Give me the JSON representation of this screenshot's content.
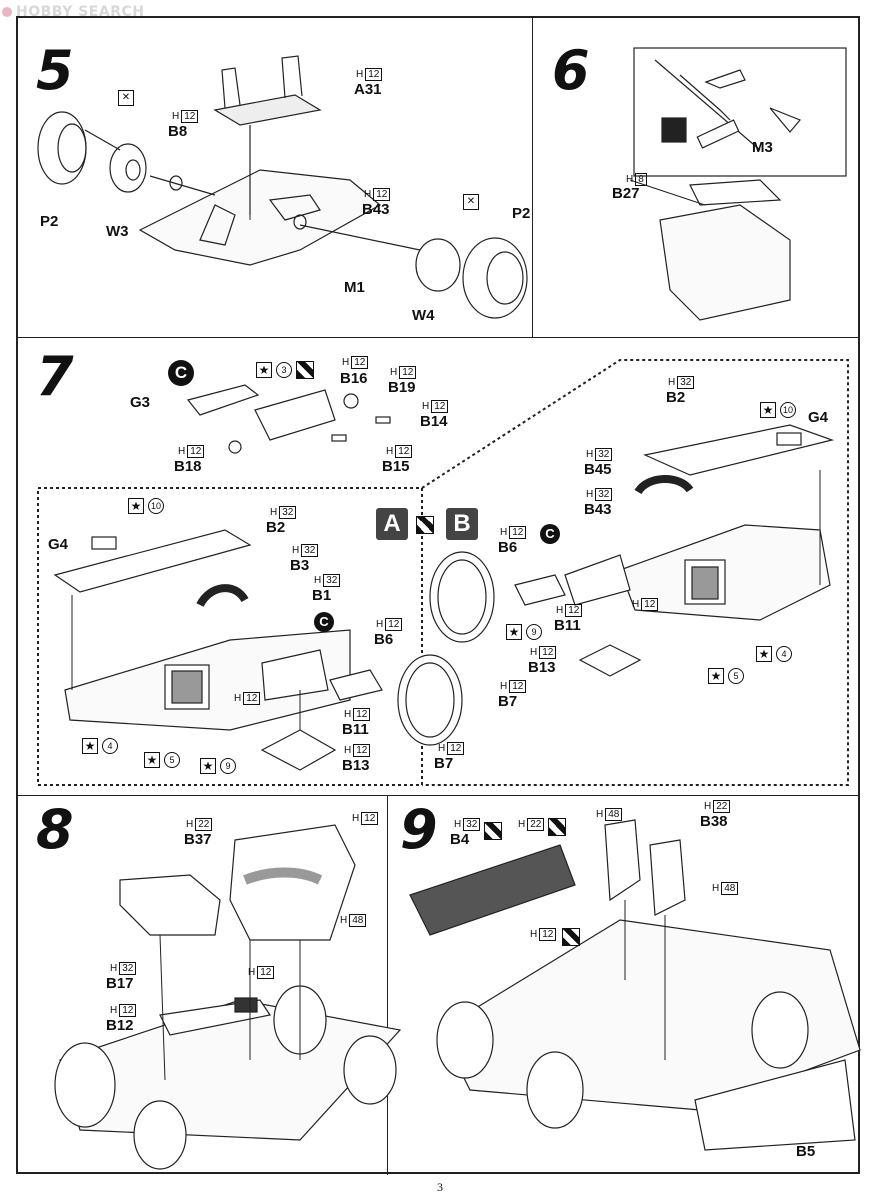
{
  "watermark": "HOBBY SEARCH",
  "page_number": "3",
  "steps": {
    "s5": {
      "number": "5",
      "parts": [
        "W3",
        "P2",
        "B8",
        "A31",
        "B43",
        "M1",
        "W4",
        "P2"
      ],
      "h": [
        "12",
        "12",
        "12"
      ]
    },
    "s6": {
      "number": "6",
      "parts": [
        "M3",
        "B27"
      ],
      "h": [
        "8"
      ]
    },
    "s7": {
      "number": "7",
      "ab_a": "A",
      "ab_b": "B",
      "top": [
        "G3",
        "B16",
        "B19",
        "B14",
        "B18",
        "B15"
      ],
      "top_h": [
        "12",
        "12",
        "12",
        "12",
        "12"
      ],
      "top_num": "3",
      "circle_c": "C",
      "a": [
        "G4",
        "B2",
        "B3",
        "B1",
        "B6",
        "B11",
        "B13",
        "B7"
      ],
      "a_h": [
        "32",
        "32",
        "32",
        "12",
        "12",
        "12",
        "12",
        "12"
      ],
      "a_nums": [
        "10",
        "4",
        "5",
        "9"
      ],
      "b": [
        "B2",
        "G4",
        "B45",
        "B43",
        "B6",
        "B11",
        "B13",
        "B7"
      ],
      "b_h": [
        "32",
        "32",
        "32",
        "12",
        "12",
        "12",
        "12",
        "12"
      ],
      "b_nums": [
        "10",
        "9",
        "4",
        "5"
      ]
    },
    "s8": {
      "number": "8",
      "parts": [
        "B37",
        "B17",
        "B12"
      ],
      "h": [
        "22",
        "12",
        "48",
        "32",
        "12",
        "12"
      ]
    },
    "s9": {
      "number": "9",
      "parts": [
        "B4",
        "B38",
        "B5"
      ],
      "h": [
        "32",
        "22",
        "48",
        "22",
        "48",
        "12"
      ]
    }
  },
  "h_prefix": "H",
  "star": "★"
}
